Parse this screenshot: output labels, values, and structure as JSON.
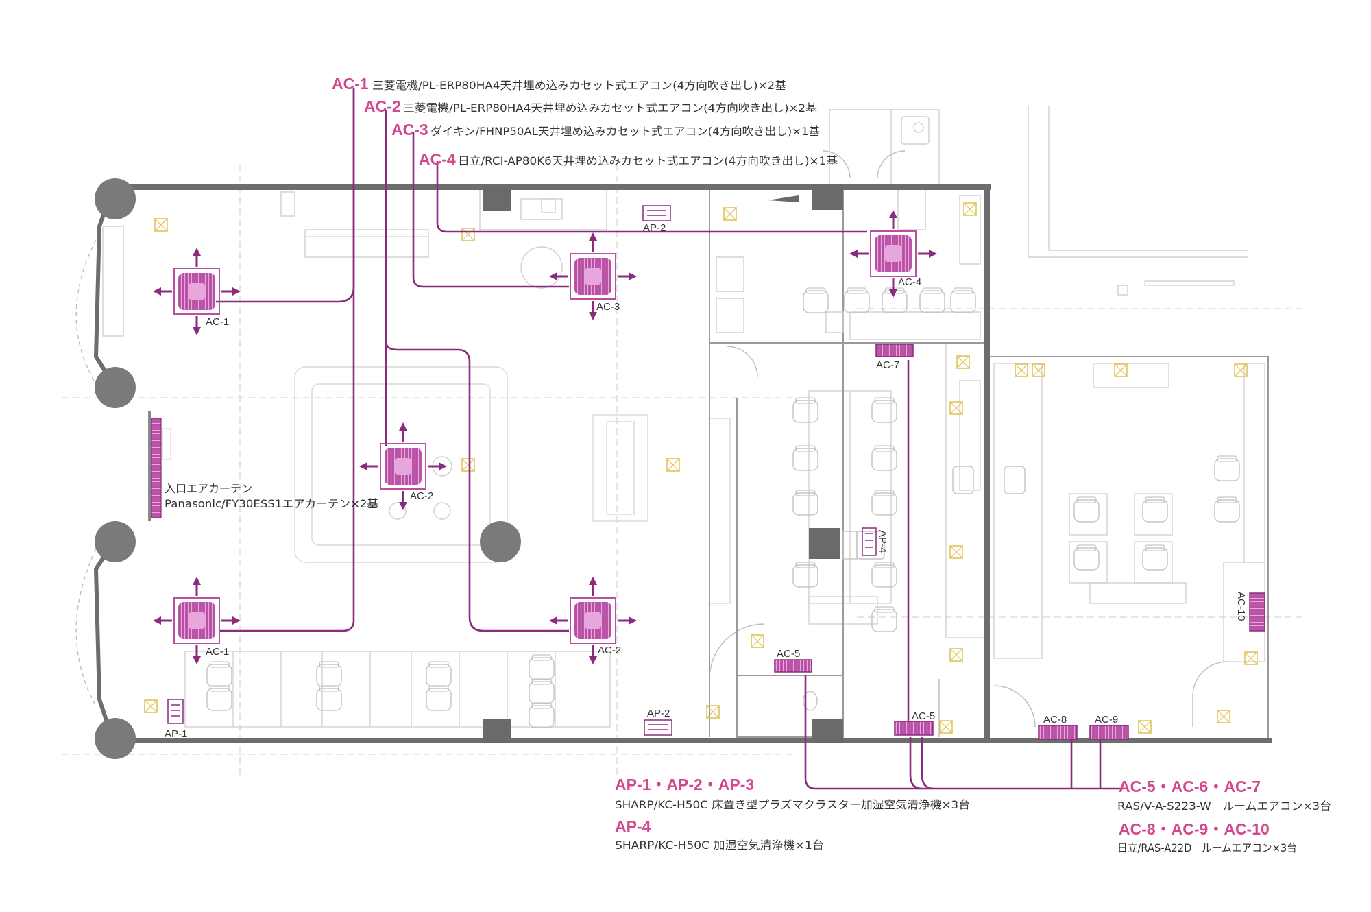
{
  "legend_top": [
    {
      "code": "AC-1",
      "desc": "三菱電機/PL-ERP80HA4天井埋め込みカセット式エアコン(4方向吹き出し)×2基"
    },
    {
      "code": "AC-2",
      "desc": "三菱電機/PL-ERP80HA4天井埋め込みカセット式エアコン(4方向吹き出し)×2基"
    },
    {
      "code": "AC-3",
      "desc": "ダイキン/FHNP50AL天井埋め込みカセット式エアコン(4方向吹き出し)×1基"
    },
    {
      "code": "AC-4",
      "desc": "日立/RCI-AP80K6天井埋め込みカセット式エアコン(4方向吹き出し)×1基"
    }
  ],
  "legend_bottom": [
    {
      "code": "AP-1・AP-2・AP-3",
      "desc": "SHARP/KC-H50C 床置き型プラズマクラスター加湿空気清浄機×3台"
    },
    {
      "code": "AP-4",
      "desc": "SHARP/KC-H50C 加湿空気清浄機×1台"
    },
    {
      "code": "AC-5・AC-6・AC-7",
      "desc": "RAS/V-A-S223-W　ルームエアコン×3台"
    },
    {
      "code": "AC-8・AC-9・AC-10",
      "desc": "日立/RAS-A22D　ルームエアコン×3台"
    }
  ],
  "air_curtain": {
    "line1": "入口エアカーテン",
    "line2": "Panasonic/FY30ESS1エアカーテン×2基"
  },
  "unit_labels": {
    "ac1_top": "AC-1",
    "ac1_bottom": "AC-1",
    "ac2_center": "AC-2",
    "ac2_bottom": "AC-2",
    "ac3": "AC-3",
    "ac4": "AC-4",
    "ac5_left": "AC-5",
    "ac5_right": "AC-5",
    "ac7": "AC-7",
    "ac8": "AC-8",
    "ac9": "AC-9",
    "ac10": "AC-10",
    "ap1": "AP-1",
    "ap2_top": "AP-2",
    "ap2_bottom": "AP-2",
    "ap4": "AP-4"
  },
  "colors": {
    "accent": "#d4478f",
    "pipe": "#8a2b7d",
    "unit_fill": "#d77ac8",
    "wall": "#6d6d6d",
    "column": "#7a7a7a",
    "plan_lines": "#c9c9c9",
    "fixture": "#e2c45a"
  }
}
